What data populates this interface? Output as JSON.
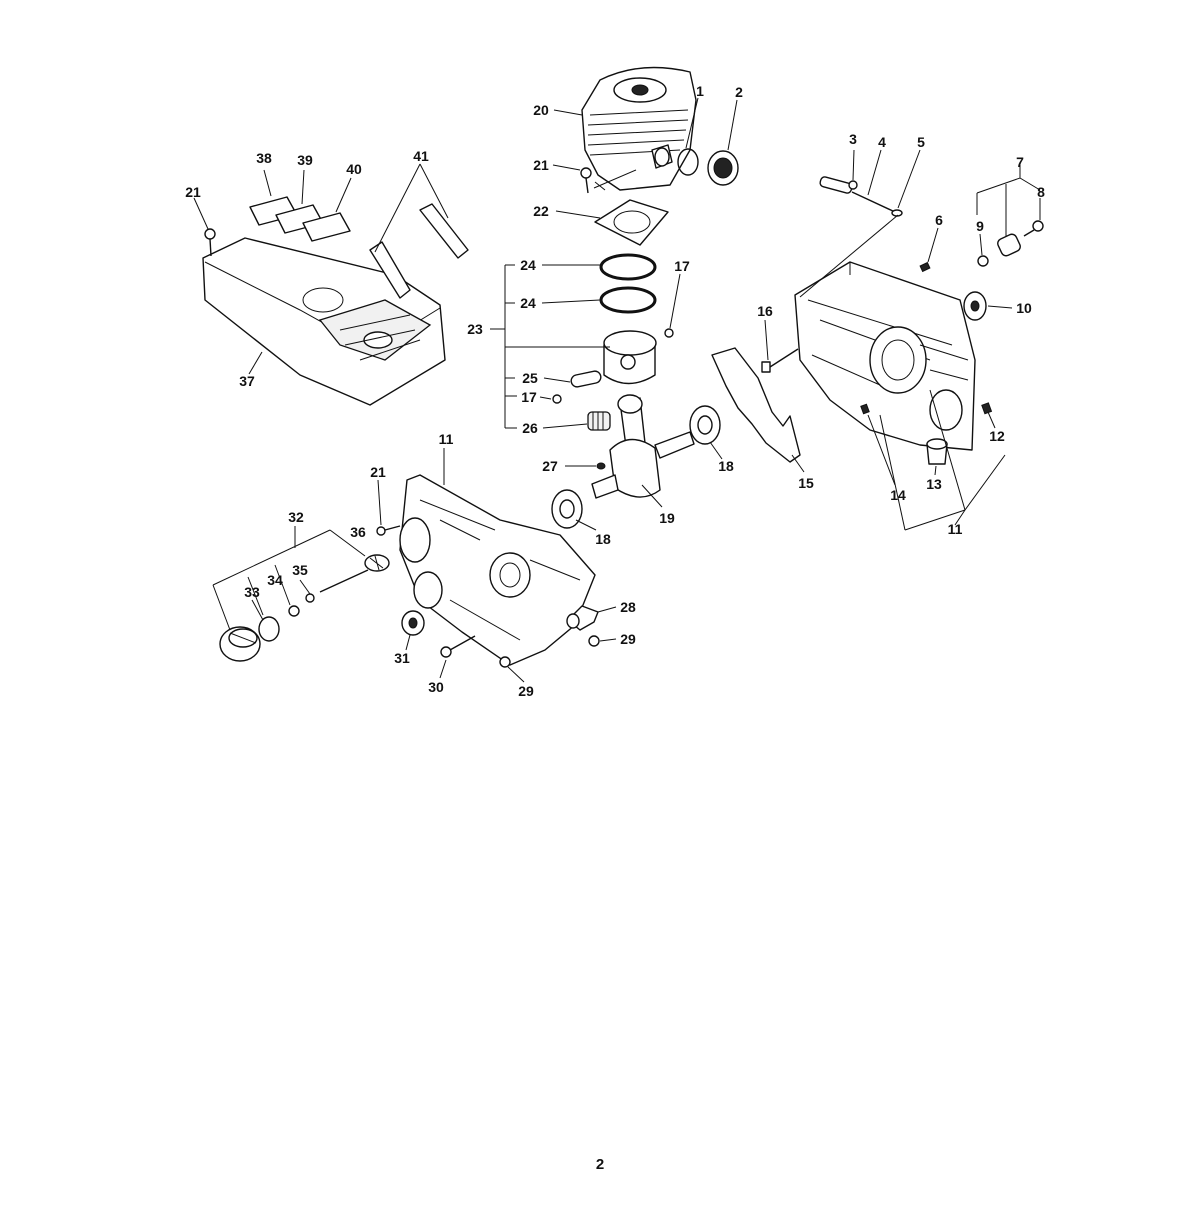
{
  "page": {
    "number": "2"
  },
  "callouts": {
    "c1": "1",
    "c2": "2",
    "c3": "3",
    "c4": "4",
    "c5": "5",
    "c6": "6",
    "c7": "7",
    "c8": "8",
    "c9": "9",
    "c10": "10",
    "c11": "11",
    "c12": "12",
    "c13": "13",
    "c14": "14",
    "c15": "15",
    "c16": "16",
    "c17": "17",
    "c18": "18",
    "c19": "19",
    "c20": "20",
    "c21": "21",
    "c22": "22",
    "c23": "23",
    "c24": "24",
    "c25": "25",
    "c26": "26",
    "c27": "27",
    "c28": "28",
    "c29": "29",
    "c30": "30",
    "c31": "31",
    "c32": "32",
    "c33": "33",
    "c34": "34",
    "c35": "35",
    "c36": "36",
    "c37": "37",
    "c38": "38",
    "c39": "39",
    "c40": "40",
    "c41": "41"
  }
}
